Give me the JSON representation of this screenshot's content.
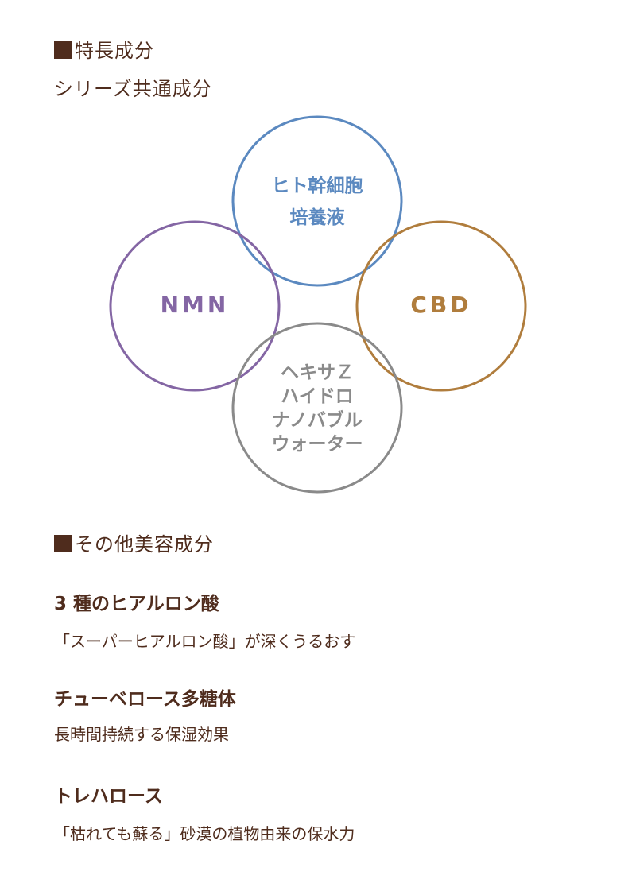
{
  "section1": {
    "title": "特長成分",
    "subtitle": "シリーズ共通成分"
  },
  "venn": [
    {
      "label1": "ヒト幹細胞",
      "label2": "培養液",
      "color": "#5b89c0"
    },
    {
      "label": "NMN",
      "color": "#8466a4"
    },
    {
      "label": "CBD",
      "color": "#b07d3d"
    },
    {
      "label1": "ヘキサＺ",
      "label2": "ハイドロ",
      "label3": "ナノバブル",
      "label4": "ウォーター",
      "color": "#8a8a8a"
    }
  ],
  "section2": {
    "title": "その他美容成分",
    "items": [
      {
        "name": "3 種のヒアルロン酸",
        "desc": "「スーパーヒアルロン酸」が深くうるおす"
      },
      {
        "name": "チューベロース多糖体",
        "desc": "長時間持続する保湿効果"
      },
      {
        "name": "トレハロース",
        "desc": "「枯れても蘇る」砂漠の植物由来の保水力"
      }
    ]
  }
}
